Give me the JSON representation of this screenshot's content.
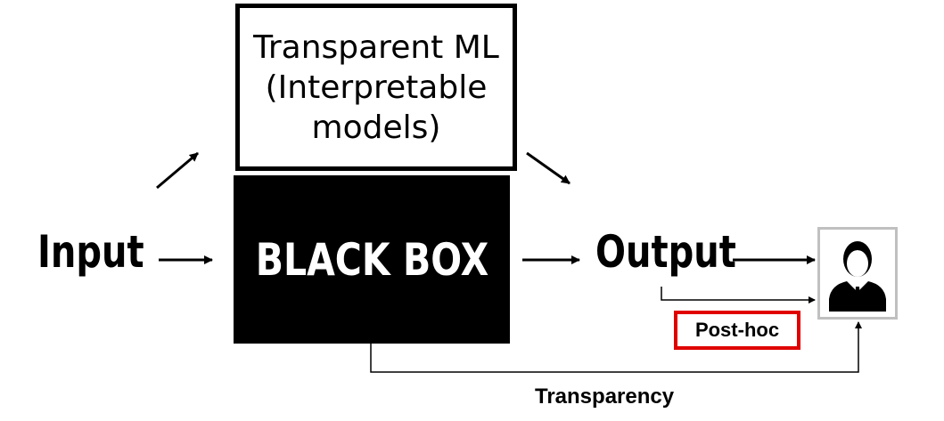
{
  "transparent_ml": {
    "lines": [
      "Transparent ML",
      "(Interpretable",
      "models)"
    ]
  },
  "black_box": {
    "label": "BLACK BOX"
  },
  "input": {
    "label": "Input"
  },
  "output": {
    "label": "Output"
  },
  "post_hoc": {
    "label": "Post-hoc",
    "border_color": "#e00000"
  },
  "transparency": {
    "label": "Transparency"
  },
  "user": {
    "icon": "user-icon"
  }
}
